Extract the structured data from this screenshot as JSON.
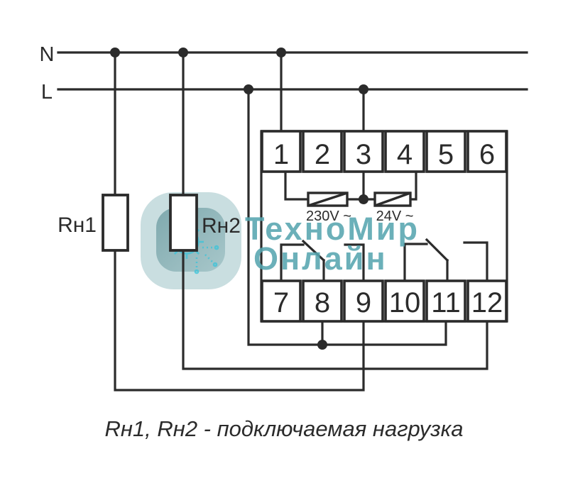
{
  "power_lines": {
    "neutral_label": "N",
    "line_label": "L"
  },
  "loads": {
    "load1_label": "Rн1",
    "load2_label": "Rн2"
  },
  "device": {
    "terminals_top": [
      "1",
      "2",
      "3",
      "4",
      "5",
      "6"
    ],
    "terminals_bottom": [
      "7",
      "8",
      "9",
      "10",
      "11",
      "12"
    ],
    "coil1_label": "230V ~",
    "coil2_label": "24V ~"
  },
  "caption": "Rн1, Rн2 - подключаемая нагрузка",
  "watermark": {
    "line1": "ТехноМир",
    "line2": "Онлайн",
    "text_color": "#57a6b0",
    "blob_outer_color": "#bcd6d8",
    "blob_inner_from": "#7ba6ab",
    "blob_inner_to": "#a6c6c9",
    "gear_color": "#3ac4da"
  },
  "colors": {
    "wire": "#2b2b2b",
    "background": "#ffffff"
  }
}
